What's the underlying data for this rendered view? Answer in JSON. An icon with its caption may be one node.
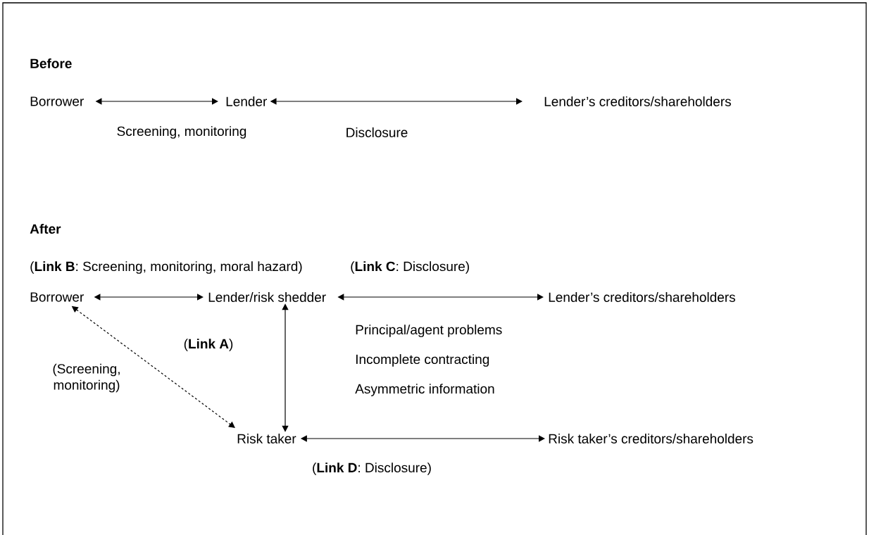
{
  "diagram": {
    "nodes": [
      {
        "text": [
          "Borrower"
        ]
      },
      {
        "text": [
          "Lender"
        ]
      },
      {
        "text": [
          "Lender’s creditors/shareholders"
        ]
      },
      {
        "text": [
          "Borrower"
        ]
      },
      {
        "text": [
          "Lender/risk shedder"
        ]
      },
      {
        "text": [
          "Lender’s creditors/shareholders"
        ]
      },
      {
        "text": [
          "Risk taker"
        ]
      },
      {
        "text": [
          "Risk taker’s creditors/shareholders"
        ]
      }
    ],
    "edges": [
      {
        "from": 0,
        "to": 1,
        "arrow": "both",
        "label": "Screening, monitoring"
      },
      {
        "from": 1,
        "to": 2,
        "arrow": "both",
        "label": "Disclosure"
      },
      {
        "from": 3,
        "to": 4,
        "arrow": "both",
        "label": "(**Link B**: Screening, monitoring, moral hazard)"
      },
      {
        "from": 4,
        "to": 5,
        "arrow": "both",
        "label": "(**Link C**: Disclosure)"
      },
      {
        "from": 4,
        "to": 6,
        "arrow": "both",
        "label": "(**Link A**)"
      },
      {
        "from": 3,
        "to": 6,
        "arrow": "both",
        "style": "dashed",
        "label": "(Screening, monitoring)"
      },
      {
        "from": 6,
        "to": 7,
        "arrow": "both",
        "label": "(**Link D**: Disclosure)"
      }
    ],
    "labels": [
      "Before",
      "After",
      "Principal/agent problems",
      "Incomplete contracting",
      "Asymmetric information"
    ]
  }
}
